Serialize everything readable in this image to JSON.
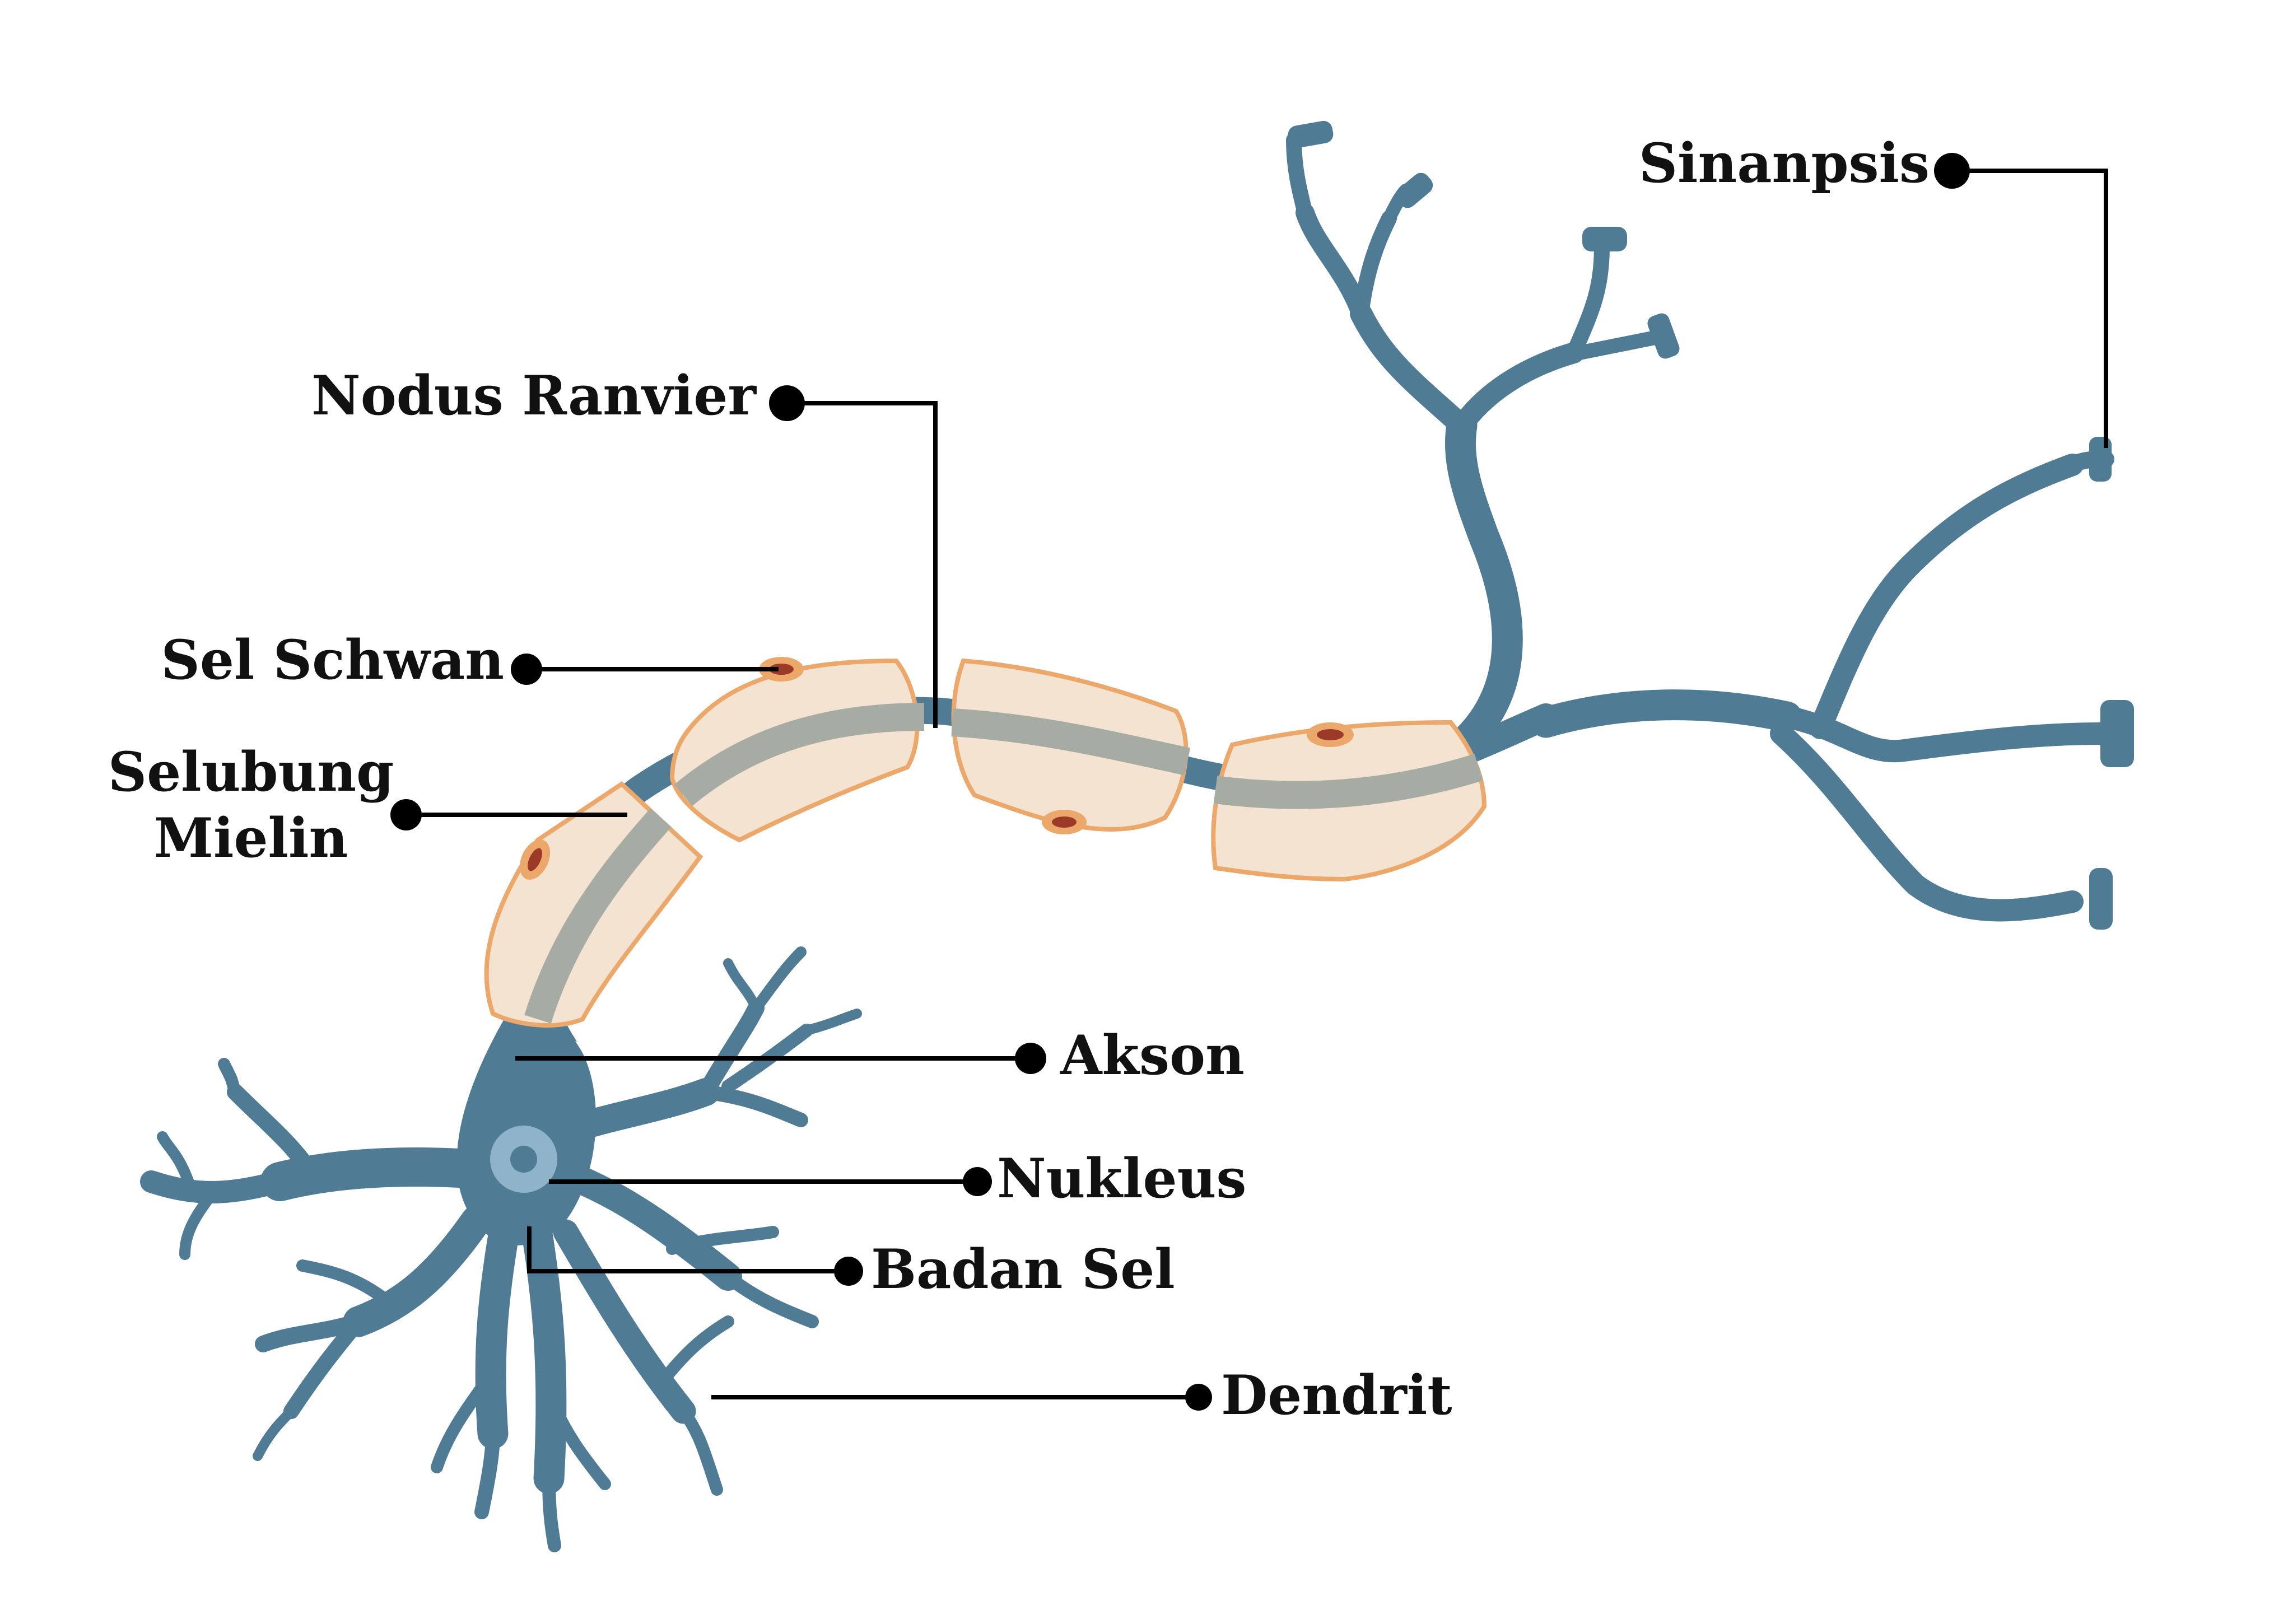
{
  "colors": {
    "neuron": "#4f7b95",
    "myelin_fill": "#f3e3d0",
    "myelin_stroke": "#eba86a",
    "axon_core": "#a6aca4",
    "nucleus_outer": "#8fb3c9",
    "schwann_nucleus": "#9c3a2a",
    "leader": "#000000",
    "label": "#111111"
  },
  "labels": {
    "sinapsis": "Sinanpsis",
    "nodus_ranvier": "Nodus Ranvier",
    "sel_schwan": "Sel Schwan",
    "selubung_line1": "Selubung",
    "selubung_line2": "Mielin",
    "akson": "Akson",
    "nukleus": "Nukleus",
    "badan_sel": "Badan Sel",
    "dendrit": "Dendrit"
  }
}
